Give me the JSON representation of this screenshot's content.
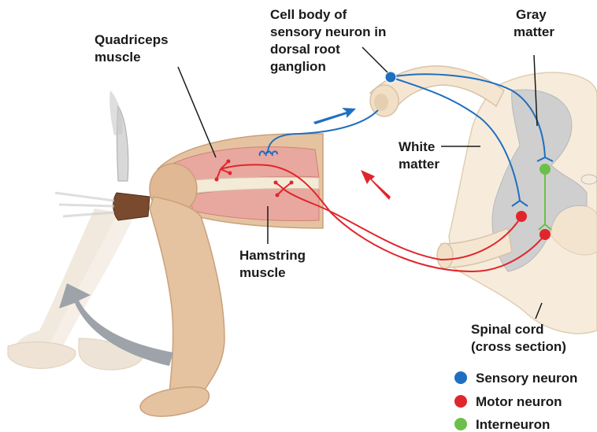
{
  "labels": {
    "cell_body": [
      "Cell body of",
      "sensory neuron in",
      "dorsal root",
      "ganglion"
    ],
    "quadriceps": [
      "Quadriceps",
      "muscle"
    ],
    "gray_matter": [
      "Gray",
      "matter"
    ],
    "white_matter": [
      "White",
      "matter"
    ],
    "hamstring": [
      "Hamstring",
      "muscle"
    ],
    "spinal_cord": [
      "Spinal cord",
      "(cross section)"
    ]
  },
  "legend": [
    {
      "label": "Sensory neuron",
      "color": "#1f6fc0"
    },
    {
      "label": "Motor neuron",
      "color": "#e0262c"
    },
    {
      "label": "Interneuron",
      "color": "#6cc04a"
    }
  ],
  "colors": {
    "sensory": "#1f6fc0",
    "motor": "#e0262c",
    "interneuron": "#6cc04a",
    "gray_matter": "#cfcfcf",
    "white_matter": "#f7ecdc",
    "skin": "#e6c3a0",
    "muscle": "#e8a8a0",
    "arrow_gray": "#9da3a8"
  }
}
